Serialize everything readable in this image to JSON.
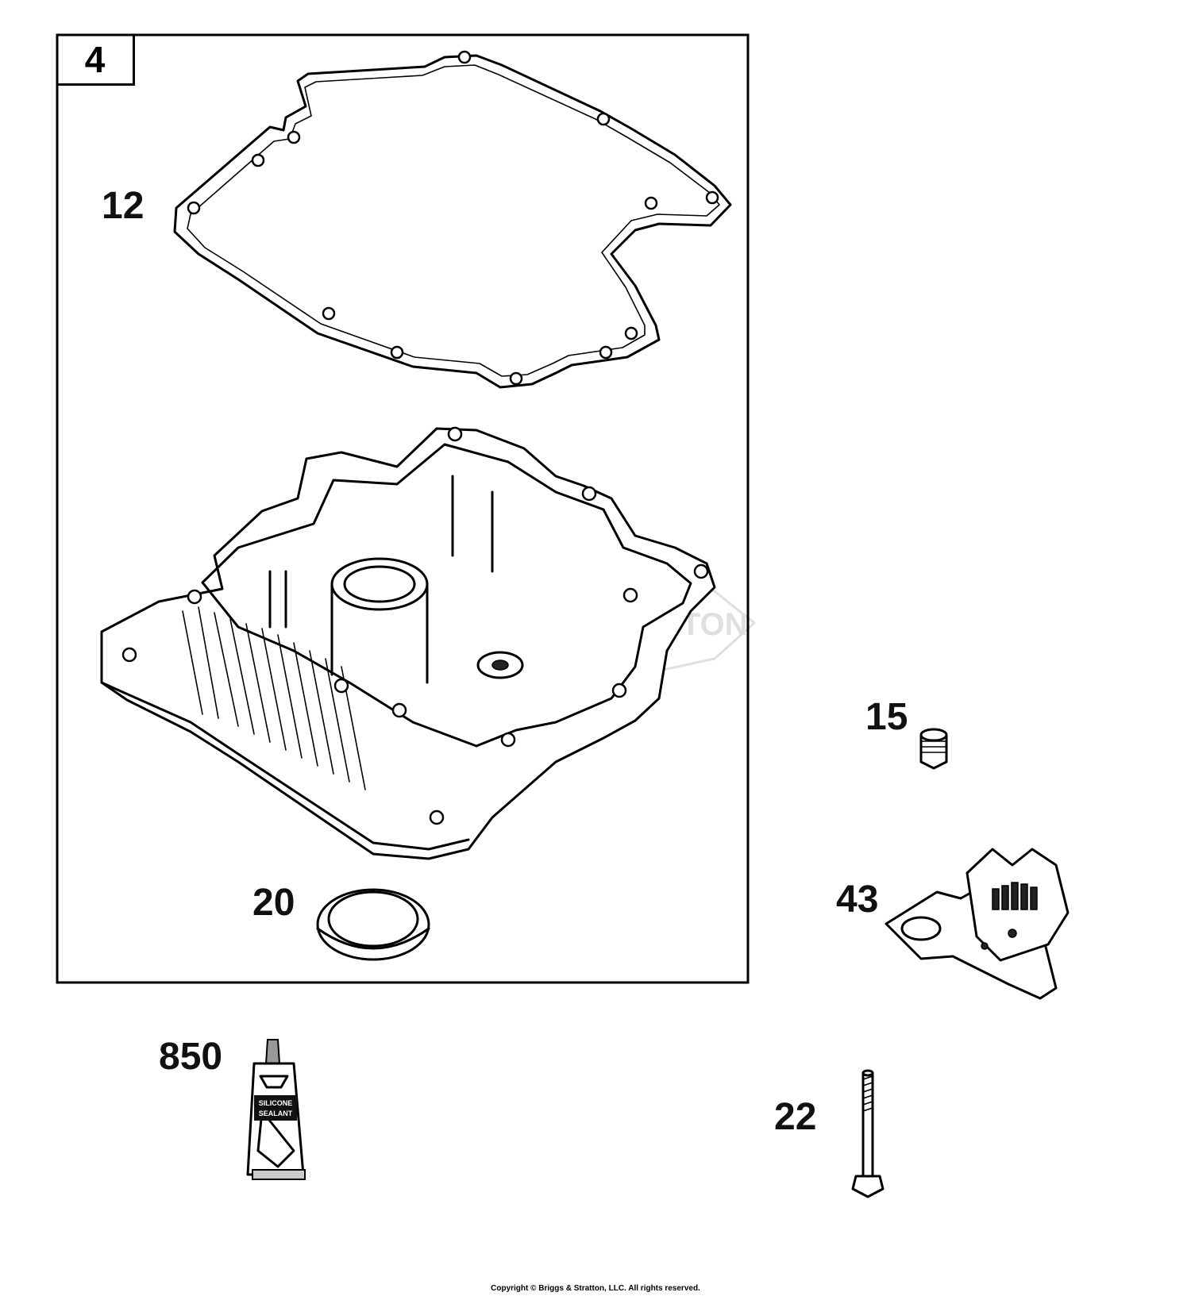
{
  "kit_label": "4",
  "parts": [
    {
      "ref": "12",
      "name": "gasket"
    },
    {
      "ref": "20",
      "name": "oil-seal"
    },
    {
      "ref": "15",
      "name": "plug"
    },
    {
      "ref": "43",
      "name": "oil-pump"
    },
    {
      "ref": "850",
      "name": "sealant-tube"
    },
    {
      "ref": "22",
      "name": "bolt"
    }
  ],
  "tube_text": [
    "SILICONE",
    "SEALANT"
  ],
  "watermark": "BRIGGS & STRATTON",
  "copyright": "Copyright © Briggs & Stratton, LLC. All rights reserved."
}
